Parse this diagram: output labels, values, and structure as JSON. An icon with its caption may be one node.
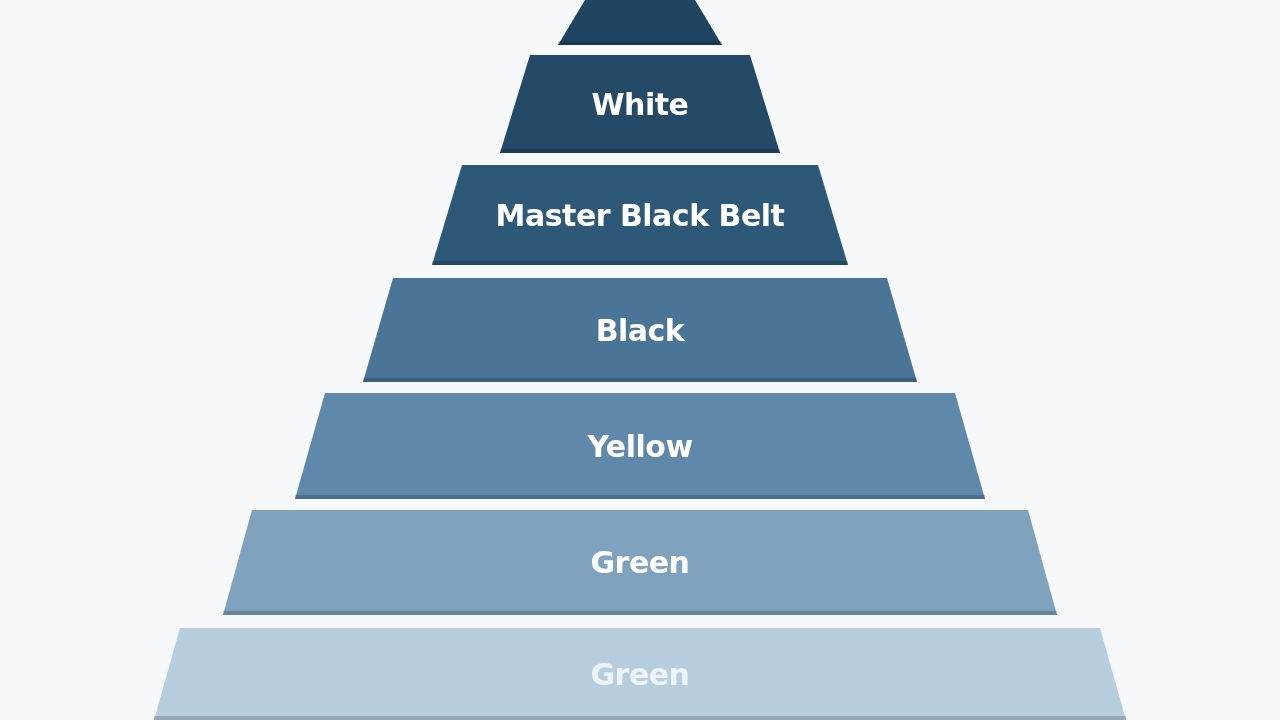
{
  "diagram": {
    "nodes": [
      {
        "text": [],
        "shape": "trapezoid"
      },
      {
        "text": [
          "White"
        ]
      },
      {
        "text": [
          "Master Black Belt"
        ]
      },
      {
        "text": [
          "Black"
        ]
      },
      {
        "text": [
          "Yellow"
        ]
      },
      {
        "text": [
          "Green"
        ]
      },
      {
        "text": [
          "Green"
        ]
      }
    ]
  }
}
